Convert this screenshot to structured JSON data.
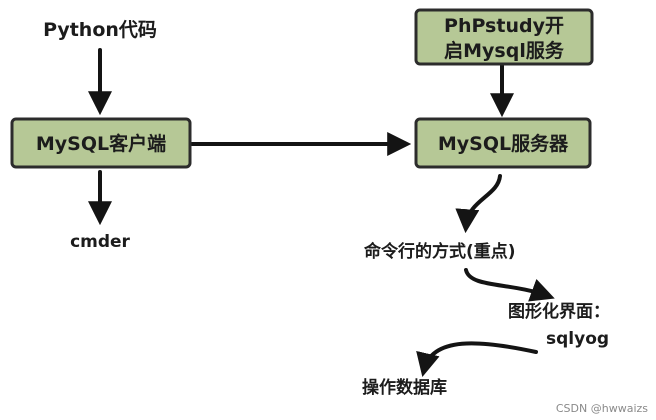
{
  "nodes": {
    "python_code": "Python代码",
    "phpstudy_line1": "PhPstudy开",
    "phpstudy_line2": "启Mysql服务",
    "mysql_client": "MySQL客户端",
    "mysql_server": "MySQL服务器",
    "cmder": "cmder",
    "command_line": "命令行的方式(重点)",
    "gui_line1": "图形化界面：",
    "gui_line2": "sqlyog",
    "operate_db": "操作数据库"
  },
  "watermark": "CSDN @hwwaizs",
  "colors": {
    "box_fill": "#b6c896",
    "box_border": "#2c2c2c",
    "arrow": "#141414"
  }
}
